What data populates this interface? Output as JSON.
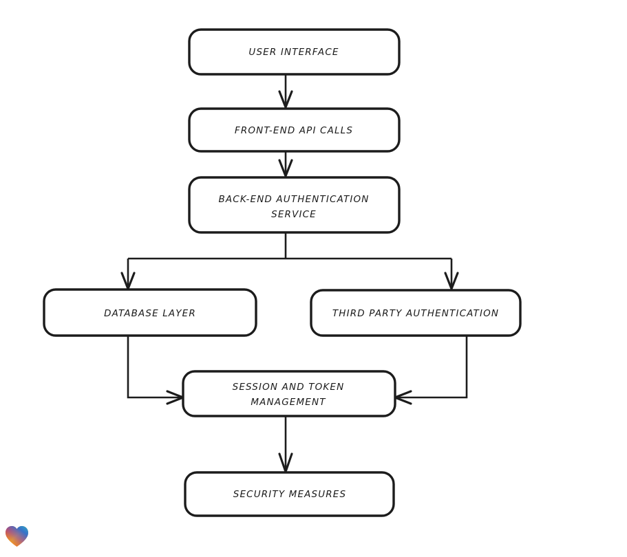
{
  "document": {
    "title": "Authentication Architecture Flowchart",
    "background_color": "#ffffff",
    "stroke_color": "#1c1c1c",
    "text_color": "#1a1a1a",
    "style": "hand-drawn sketch"
  },
  "chart_data": {
    "type": "diagram",
    "diagram_kind": "flowchart",
    "orientation": "top-to-bottom",
    "title": "",
    "nodes": [
      {
        "id": "user-interface",
        "label": "USER INTERFACE",
        "lines": [
          "USER INTERFACE"
        ]
      },
      {
        "id": "frontend-api-calls",
        "label": "FRONT-END API CALLS",
        "lines": [
          "FRONT-END API CALLS"
        ]
      },
      {
        "id": "backend-auth-service",
        "label": "BACK-END AUTHENTICATION SERVICE",
        "lines": [
          "BACK-END AUTHENTICATION",
          "SERVICE"
        ]
      },
      {
        "id": "database-layer",
        "label": "DATABASE LAYER",
        "lines": [
          "DATABASE LAYER"
        ]
      },
      {
        "id": "third-party-auth",
        "label": "THIRD PARTY AUTHENTICATION",
        "lines": [
          "THIRD PARTY AUTHENTICATION"
        ]
      },
      {
        "id": "session-token-mgmt",
        "label": "SESSION AND TOKEN MANAGEMENT",
        "lines": [
          "SESSION AND TOKEN",
          "MANAGEMENT"
        ]
      },
      {
        "id": "security-measures",
        "label": "SECURITY MEASURES",
        "lines": [
          "SECURITY MEASURES"
        ]
      }
    ],
    "edges": [
      {
        "from": "user-interface",
        "to": "frontend-api-calls",
        "label": "",
        "direction": "down"
      },
      {
        "from": "frontend-api-calls",
        "to": "backend-auth-service",
        "label": "",
        "direction": "down"
      },
      {
        "from": "backend-auth-service",
        "to": "database-layer",
        "label": "",
        "direction": "down-branch-left"
      },
      {
        "from": "backend-auth-service",
        "to": "third-party-auth",
        "label": "",
        "direction": "down-branch-right"
      },
      {
        "from": "database-layer",
        "to": "session-token-mgmt",
        "label": "",
        "direction": "down-then-right"
      },
      {
        "from": "third-party-auth",
        "to": "session-token-mgmt",
        "label": "",
        "direction": "down-then-left"
      },
      {
        "from": "session-token-mgmt",
        "to": "security-measures",
        "label": "",
        "direction": "down"
      }
    ]
  },
  "badge": {
    "name": "heart",
    "colors": [
      "#e0252a",
      "#f47b20",
      "#f9a11b",
      "#2f6fd0",
      "#2ab6c9"
    ]
  }
}
